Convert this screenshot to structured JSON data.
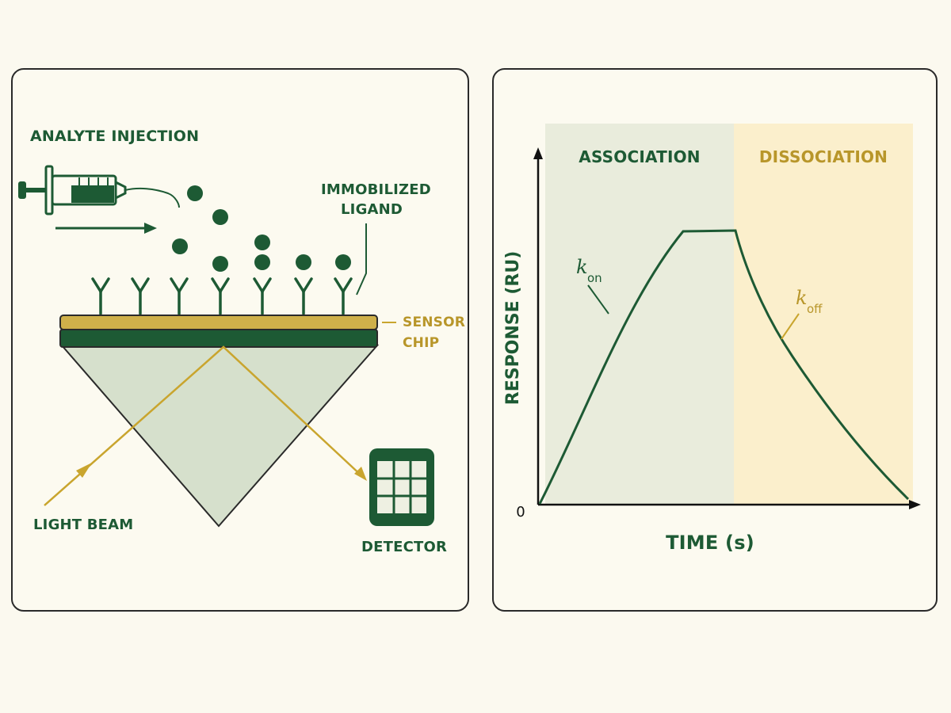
{
  "left_panel": {
    "analyte_label": "ANALYTE INJECTION",
    "ligand_label_line1": "IMMOBILIZED",
    "ligand_label_line2": "LIGAND",
    "sensor_label_line1": "SENSOR",
    "sensor_label_line2": "CHIP",
    "light_label": "LIGHT BEAM",
    "detector_label": "DETECTOR"
  },
  "right_panel": {
    "phase_association": "ASSOCIATION",
    "phase_dissociation": "DISSOCIATION",
    "y_axis_label": "RESPONSE (RU)",
    "x_axis_label": "TIME (s)",
    "origin_label": "0",
    "kon_k": "k",
    "kon_sub": "on",
    "koff_k": "k",
    "koff_sub": "off"
  },
  "colors": {
    "dark_green": "#1d5a34",
    "gold": "#c9a52e",
    "association_bg": "#e9ecdc",
    "dissociation_bg": "#fbefcc",
    "prism_fill": "#d6e0cc",
    "panel_bg": "#fcfaf0"
  }
}
